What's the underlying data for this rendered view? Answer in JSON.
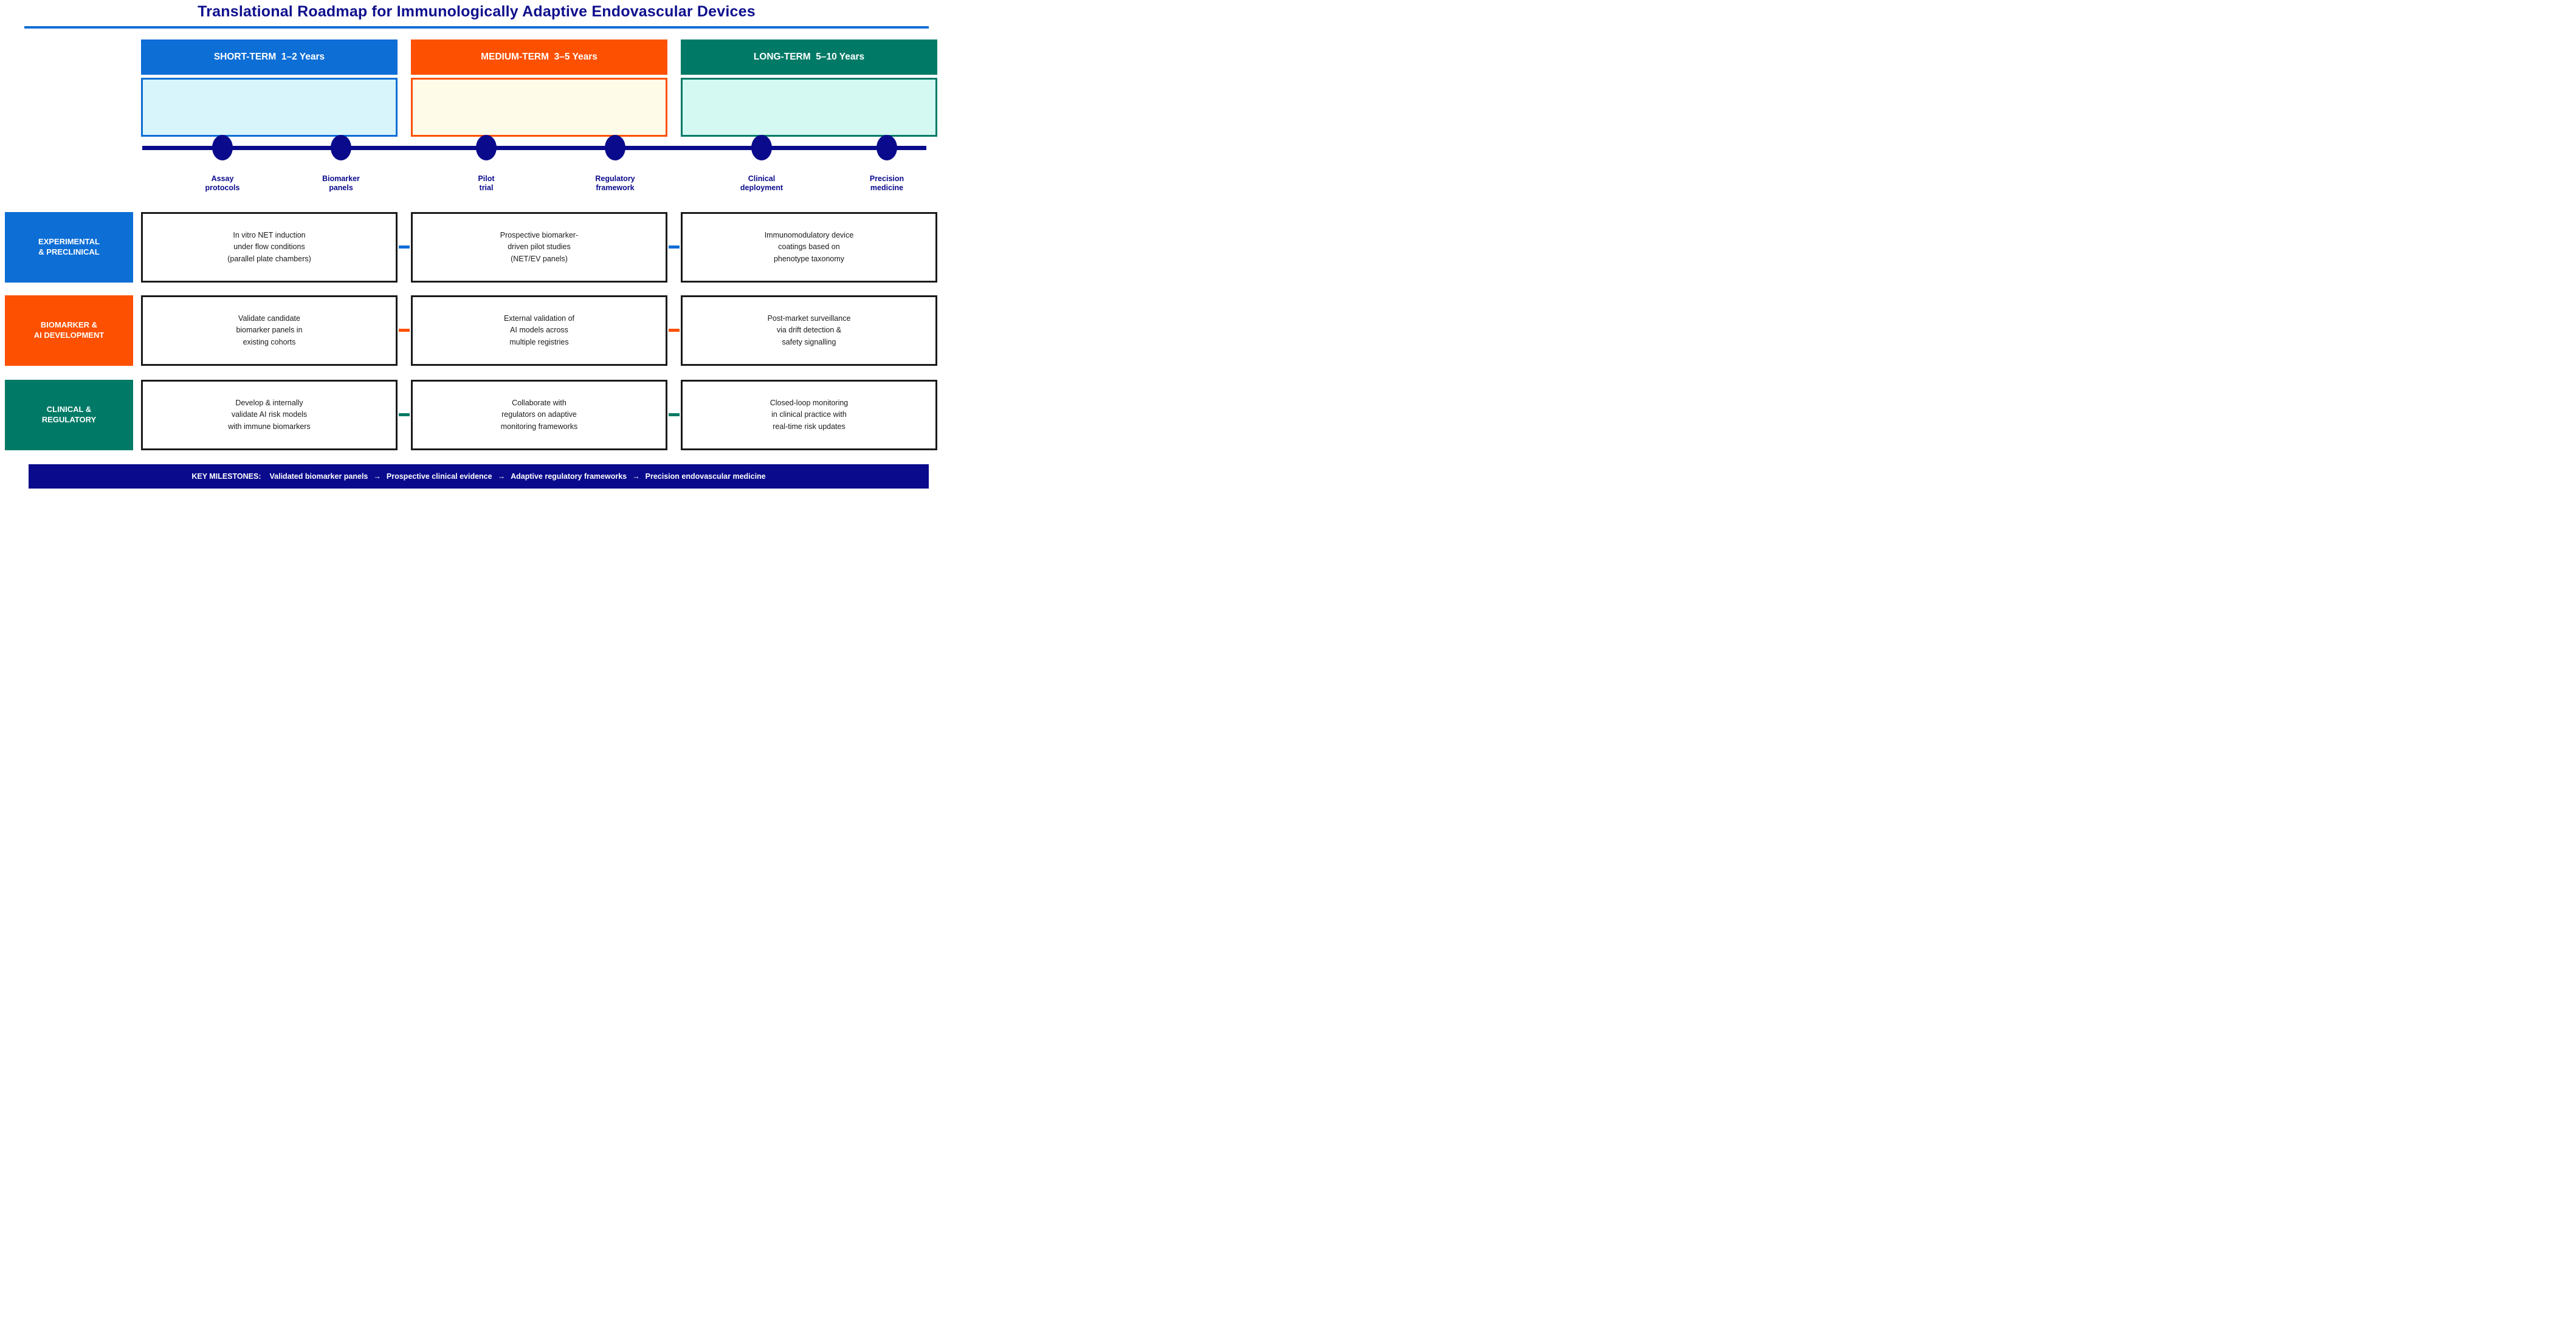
{
  "title": "Translational Roadmap for Immunologically Adaptive Endovascular Devices",
  "colors": {
    "blue": "#0d6ed6",
    "orange": "#fd5000",
    "teal": "#007a66",
    "navy": "#0a0a8c",
    "light_cyan_fill": "#d8f5fb",
    "ivory_fill": "#fffbe9",
    "light_mint_fill": "#d4f8f2"
  },
  "phases": [
    {
      "label": "SHORT-TERM  1–2 Years"
    },
    {
      "label": "MEDIUM-TERM  3–5 Years"
    },
    {
      "label": "LONG-TERM  5–10 Years"
    }
  ],
  "timeline": {
    "milestones": [
      {
        "label": "Assay\nprotocols"
      },
      {
        "label": "Biomarker\npanels"
      },
      {
        "label": "Pilot\ntrial"
      },
      {
        "label": "Regulatory\nframework"
      },
      {
        "label": "Clinical\ndeployment"
      },
      {
        "label": "Precision\nmedicine"
      }
    ]
  },
  "rows": [
    {
      "label": "EXPERIMENTAL\n& PRECLINICAL",
      "cells": [
        "In vitro NET induction\nunder flow conditions\n(parallel plate chambers)",
        "Prospective biomarker-\ndriven pilot studies\n(NET/EV panels)",
        "Immunomodulatory device\ncoatings based on\nphenotype taxonomy"
      ]
    },
    {
      "label": "BIOMARKER &\nAI DEVELOPMENT",
      "cells": [
        "Validate candidate\nbiomarker panels in\nexisting cohorts",
        "External validation of\nAI models across\nmultiple registries",
        "Post-market surveillance\nvia drift detection &\nsafety signalling"
      ]
    },
    {
      "label": "CLINICAL &\nREGULATORY",
      "cells": [
        "Develop & internally\nvalidate AI risk models\nwith immune biomarkers",
        "Collaborate with\nregulators on adaptive\nmonitoring frameworks",
        "Closed-loop monitoring\nin clinical practice with\nreal-time risk updates"
      ]
    }
  ],
  "key_milestones": {
    "label": "KEY MILESTONES:",
    "separator": "→",
    "items": [
      "Validated biomarker panels",
      "Prospective clinical evidence",
      "Adaptive regulatory frameworks",
      "Precision endovascular medicine"
    ]
  }
}
